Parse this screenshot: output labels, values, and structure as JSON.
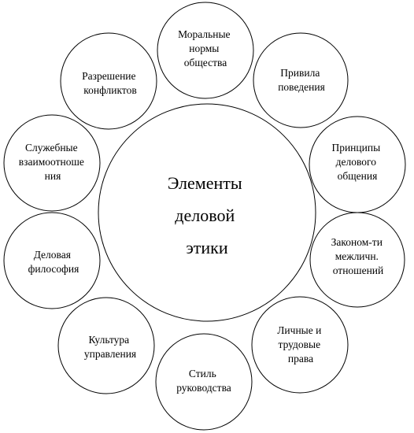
{
  "center": {
    "lines": [
      "Элементы",
      "деловой",
      "этики"
    ]
  },
  "elements": [
    {
      "lines": [
        "Моральные",
        "нормы",
        "общества"
      ]
    },
    {
      "lines": [
        "Привила",
        "поведения"
      ]
    },
    {
      "lines": [
        "Принципы",
        "делового",
        "общения"
      ]
    },
    {
      "lines": [
        "Законом-ти",
        "межличн.",
        "отношений"
      ]
    },
    {
      "lines": [
        "Личные и",
        "трудовые",
        "права"
      ]
    },
    {
      "lines": [
        "Стиль",
        "руководства"
      ]
    },
    {
      "lines": [
        "Культура",
        "управления"
      ]
    },
    {
      "lines": [
        "Деловая",
        "философия"
      ]
    },
    {
      "lines": [
        "Служебные",
        "взаимоотноше",
        "ния"
      ]
    },
    {
      "lines": [
        "Разрешение",
        "конфликтов"
      ]
    }
  ]
}
